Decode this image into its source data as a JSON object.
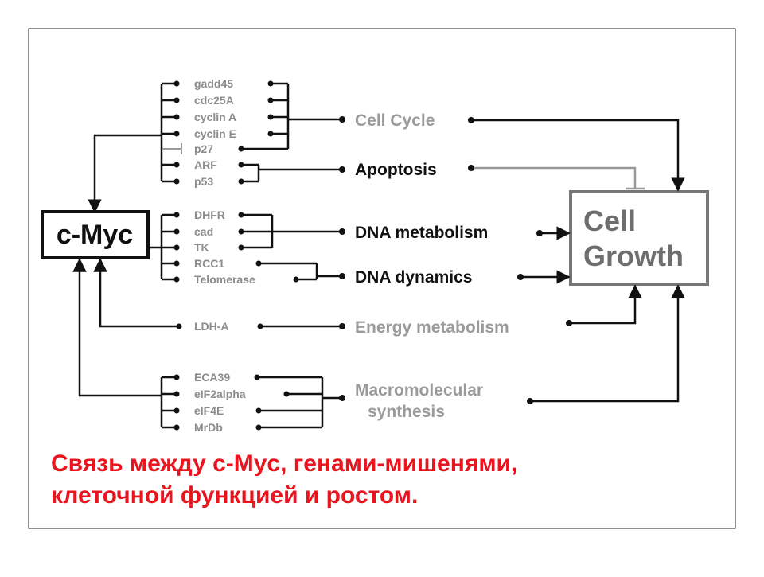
{
  "hub": {
    "label": "c-Myc"
  },
  "outcome": {
    "label_line1": "Cell",
    "label_line2": "Growth"
  },
  "genes": {
    "gadd45": "gadd45",
    "cdc25a": "cdc25A",
    "cyclin_a": "cyclin A",
    "cyclin_e": "cyclin E",
    "p27": "p27",
    "arf": "ARF",
    "p53": "p53",
    "dhfr": "DHFR",
    "cad": "cad",
    "tk": "TK",
    "rcc1": "RCC1",
    "telomerase": "Telomerase",
    "ldh_a": "LDH-A",
    "eca39": "ECA39",
    "eif2alpha": "eIF2alpha",
    "eif4e": "eIF4E",
    "mrdb": "MrDb"
  },
  "functions": {
    "cell_cycle": "Cell Cycle",
    "apoptosis": "Apoptosis",
    "dna_metabolism": "DNA metabolism",
    "dna_dynamics": "DNA dynamics",
    "energy_metabolism": "Energy metabolism",
    "macromolecular_line1": "Macromolecular",
    "macromolecular_line2": "synthesis"
  },
  "caption": {
    "line1": "Связь между c-Myc, генами-мишенями,",
    "line2": "клеточной функцией и ростом."
  },
  "colors": {
    "dark": "#111111",
    "grey": "#9a9a9a",
    "caption": "#e8141e"
  }
}
